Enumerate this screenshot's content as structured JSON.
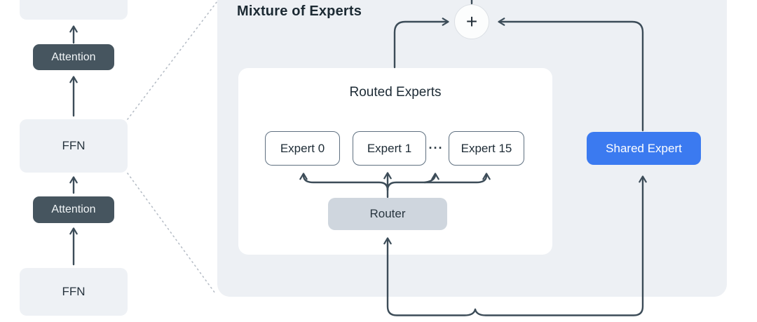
{
  "moe": {
    "title": "Mixture of Experts",
    "plus_label": "+",
    "routed_experts": {
      "title": "Routed Experts",
      "experts": [
        "Expert 0",
        "Expert 1",
        "Expert 15"
      ],
      "ellipsis": "···",
      "router_label": "Router"
    },
    "shared_expert_label": "Shared Expert"
  },
  "transformer_stack": {
    "blocks": [
      {
        "name": "output-block-partial",
        "label": ""
      },
      {
        "name": "attention-upper",
        "label": "Attention"
      },
      {
        "name": "ffn-upper",
        "label": "FFN"
      },
      {
        "name": "attention-lower",
        "label": "Attention"
      },
      {
        "name": "ffn-lower",
        "label": "FFN"
      }
    ]
  },
  "colors": {
    "accent_blue": "#3b7af0",
    "attention_dark": "#46555f",
    "wire": "#3c4c58",
    "moe_panel": "#edf0f4",
    "router_gray": "#cfd6de",
    "dashed_connector": "#b6bdc6"
  }
}
